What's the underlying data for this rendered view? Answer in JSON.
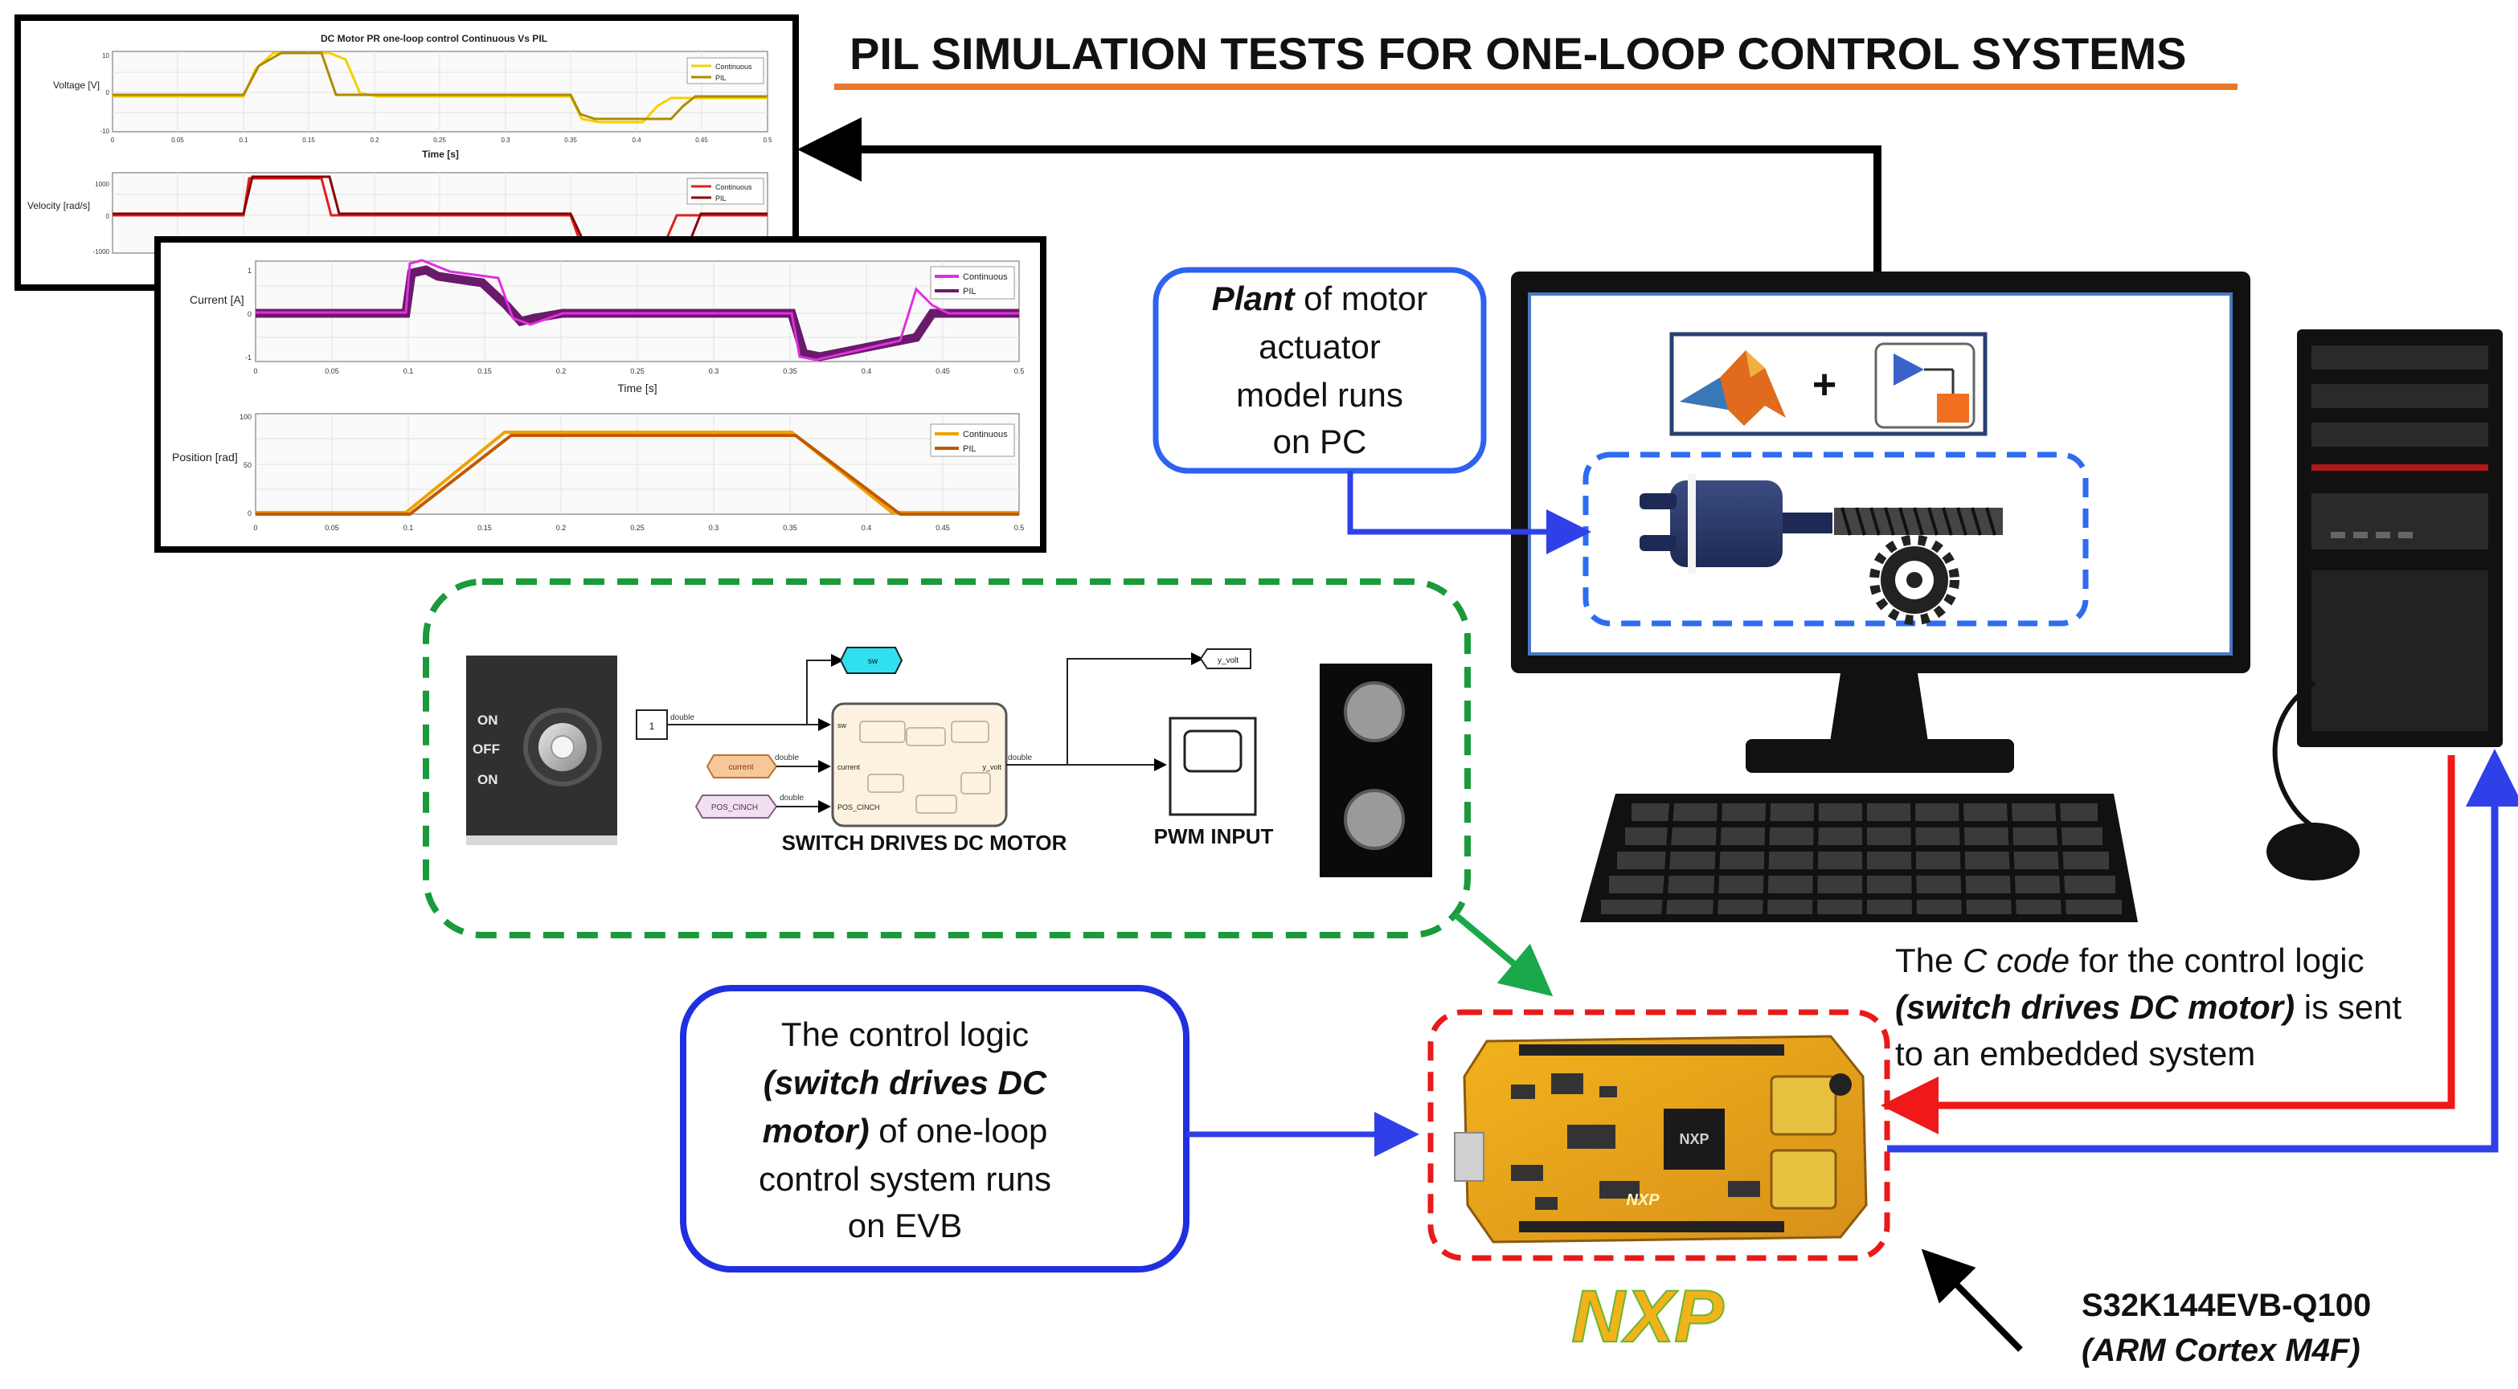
{
  "title": "PIL  SIMULATION TESTS FOR ONE-LOOP CONTROL SYSTEMS",
  "plots_top": {
    "title": "DC Motor PR one-loop control Continuous Vs PIL",
    "voltage": {
      "ylabel": "Voltage [V]",
      "yticks": [
        "10",
        "0",
        "-10"
      ],
      "xlabel": "Time [s]",
      "xticks": [
        "0",
        "0.05",
        "0.1",
        "0.15",
        "0.2",
        "0.25",
        "0.3",
        "0.35",
        "0.4",
        "0.45",
        "0.5"
      ],
      "legend": [
        "Continuous",
        "PIL"
      ]
    },
    "velocity": {
      "ylabel": "Velocity [rad/s]",
      "yticks": [
        "1000",
        "0",
        "-1000"
      ],
      "legend": [
        "Continuous",
        "PIL"
      ]
    }
  },
  "plots_bottom": {
    "current": {
      "ylabel": "Current [A]",
      "yticks": [
        "1",
        "0",
        "-1"
      ],
      "xlabel": "Time [s]",
      "xticks": [
        "0",
        "0.05",
        "0.1",
        "0.15",
        "0.2",
        "0.25",
        "0.3",
        "0.35",
        "0.4",
        "0.45",
        "0.5"
      ],
      "legend": [
        "Continuous",
        "PIL"
      ]
    },
    "position": {
      "ylabel": "Position [rad]",
      "yticks": [
        "100",
        "50",
        "0"
      ],
      "xticks": [
        "0",
        "0.05",
        "0.1",
        "0.15",
        "0.2",
        "0.25",
        "0.3",
        "0.35",
        "0.4",
        "0.45",
        "0.5"
      ],
      "legend": [
        "Continuous",
        "PIL"
      ]
    }
  },
  "plant_box": {
    "line1_bold": "Plant",
    "line1_rest": " of motor",
    "line2": "actuator",
    "line3": "model runs",
    "line4": "on PC"
  },
  "simulink": {
    "switch_labels": [
      "ON",
      "OFF",
      "ON"
    ],
    "const_value": "1",
    "const_type": "double",
    "tag_sw": "sw",
    "tag_current": "current",
    "tag_pos": "POS_CINCH",
    "port_sw": "sw",
    "port_current": "current",
    "port_pos": "POS_CINCH",
    "port_out": "y_volt",
    "out_tag": "y_volt",
    "sig_double": "double",
    "chart_label": "SWITCH DRIVES DC MOTOR",
    "pwm_label": "PWM INPUT"
  },
  "ccode_text": {
    "l1a": "The ",
    "l1b": "C code",
    "l1c": " for the control logic",
    "l2a": "(switch drives DC motor)",
    "l2b": "  is sent",
    "l3": " to an embedded system"
  },
  "evb_box": {
    "line1": "The control logic",
    "line2": "(switch drives DC",
    "line3a": "motor)",
    "line3b": " of one-loop",
    "line4": "control system  runs",
    "line5": "on EVB"
  },
  "board": {
    "chip_label": "NXP",
    "silk_label": "NXP"
  },
  "nxp_logo": "NXP",
  "board_caption": {
    "line1": "S32K144EVB-Q100",
    "line2": "(ARM Cortex M4F)"
  },
  "colors": {
    "title_underline": "#e8782a",
    "blue_arrow": "#3040e8",
    "red_arrow": "#f01818",
    "green_arrow": "#1aa84a",
    "green_dash": "#1a9a3a",
    "blue_dash": "#2e6cf0",
    "red_dash": "#e81a1a",
    "continuous_voltage": "#f5d000",
    "pil_voltage": "#b08a00",
    "continuous_velocity": "#e02020",
    "pil_velocity": "#8a0000",
    "continuous_current": "#e030e0",
    "pil_current": "#6a1a6a",
    "continuous_position": "#f0a000",
    "pil_position": "#c05a00"
  }
}
